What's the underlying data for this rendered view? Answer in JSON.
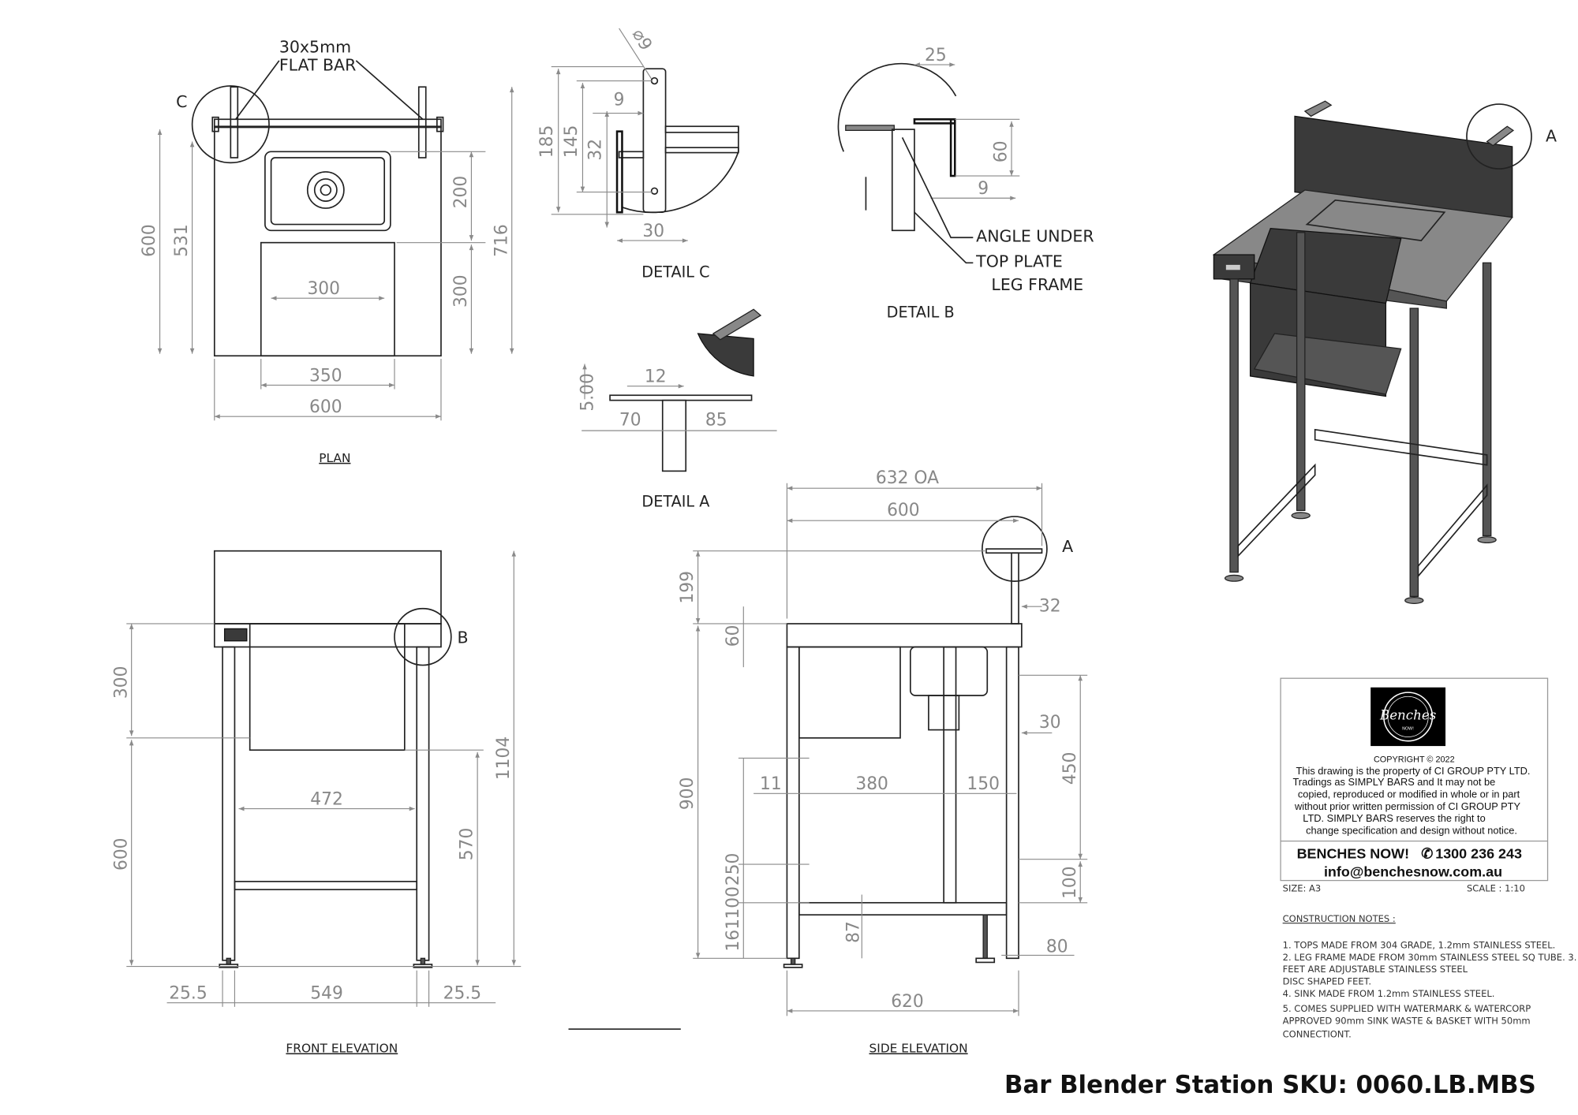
{
  "title": "Bar Blender Station SKU: 0060.LB.MBS",
  "views": {
    "plan": {
      "label": "PLAN",
      "callout_label": "30x5mm",
      "callout_label2": "FLAT BAR",
      "detail_marker": "C",
      "dims": {
        "h600": "600",
        "h531": "531",
        "h716": "716",
        "h200": "200",
        "h300v": "300",
        "w300": "300",
        "w350": "350",
        "w600": "600"
      }
    },
    "detail_c": {
      "label": "DETAIL C",
      "dims": {
        "d185": "185",
        "d145": "145",
        "d32": "32",
        "d9": "9",
        "d30": "30",
        "dia": "⌀9"
      }
    },
    "detail_b": {
      "label": "DETAIL B",
      "dims": {
        "d25": "25",
        "d60": "60",
        "d9": "9"
      },
      "notes": [
        "ANGLE UNDER",
        "TOP PLATE",
        "LEG FRAME"
      ]
    },
    "detail_a": {
      "label": "DETAIL A",
      "dims": {
        "d12": "12",
        "d5": "5.00",
        "d70": "70",
        "d85": "85"
      }
    },
    "front_elevation": {
      "label": "FRONT ELEVATION",
      "detail_marker": "B",
      "dims": {
        "h1104": "1104",
        "h300": "300",
        "h600": "600",
        "h570": "570",
        "w472": "472",
        "w25a": "25.5",
        "w549": "549",
        "w25b": "25.5"
      }
    },
    "side_elevation": {
      "label": "SIDE ELEVATION",
      "detail_marker": "A",
      "dims": {
        "oa": "632 OA",
        "w600": "600",
        "h199": "199",
        "h60": "60",
        "h900": "900",
        "w11": "11",
        "w380": "380",
        "w150": "150",
        "h250": "250",
        "h100a": "100",
        "h161": "161",
        "h87": "87",
        "w32": "32",
        "w30": "30",
        "h450": "450",
        "h100b": "100",
        "w80": "80",
        "w620": "620"
      }
    },
    "iso": {
      "detail_marker": "A"
    }
  },
  "title_block": {
    "logo_text": "Benches",
    "logo_sub": "NOW!",
    "copyright": "COPYRIGHT © 2022",
    "disclaimer": [
      "This drawing is the property of CI GROUP PTY LTD.",
      "Tradings as SIMPLY BARS and It may not be",
      "copied, reproduced or modified in whole or in part",
      "without prior written permission of CI GROUP PTY",
      "LTD. SIMPLY BARS reserves the right to",
      "change specification and design without notice."
    ],
    "company": "BENCHES NOW!",
    "phone": "1300 236 243",
    "email": "info@benchesnow.com.au",
    "size": "SIZE: A3",
    "scale": "SCALE : 1:10"
  },
  "construction_notes": {
    "heading": "CONSTRUCTION NOTES :",
    "lines": [
      "1. TOPS MADE FROM 304 GRADE, 1.2mm STAINLESS STEEL.",
      "2. LEG FRAME MADE FROM 30mm STAINLESS STEEL SQ TUBE. 3.",
      "FEET ARE ADJUSTABLE STAINLESS STEEL",
      " DISC SHAPED FEET.",
      "4. SINK MADE FROM 1.2mm STAINLESS STEEL.",
      "5. COMES SUPPLIED WITH WATERMARK & WATERCORP",
      "APPROVED 90mm SINK WASTE & BASKET WITH 50mm",
      "CONNECTIONT."
    ]
  }
}
